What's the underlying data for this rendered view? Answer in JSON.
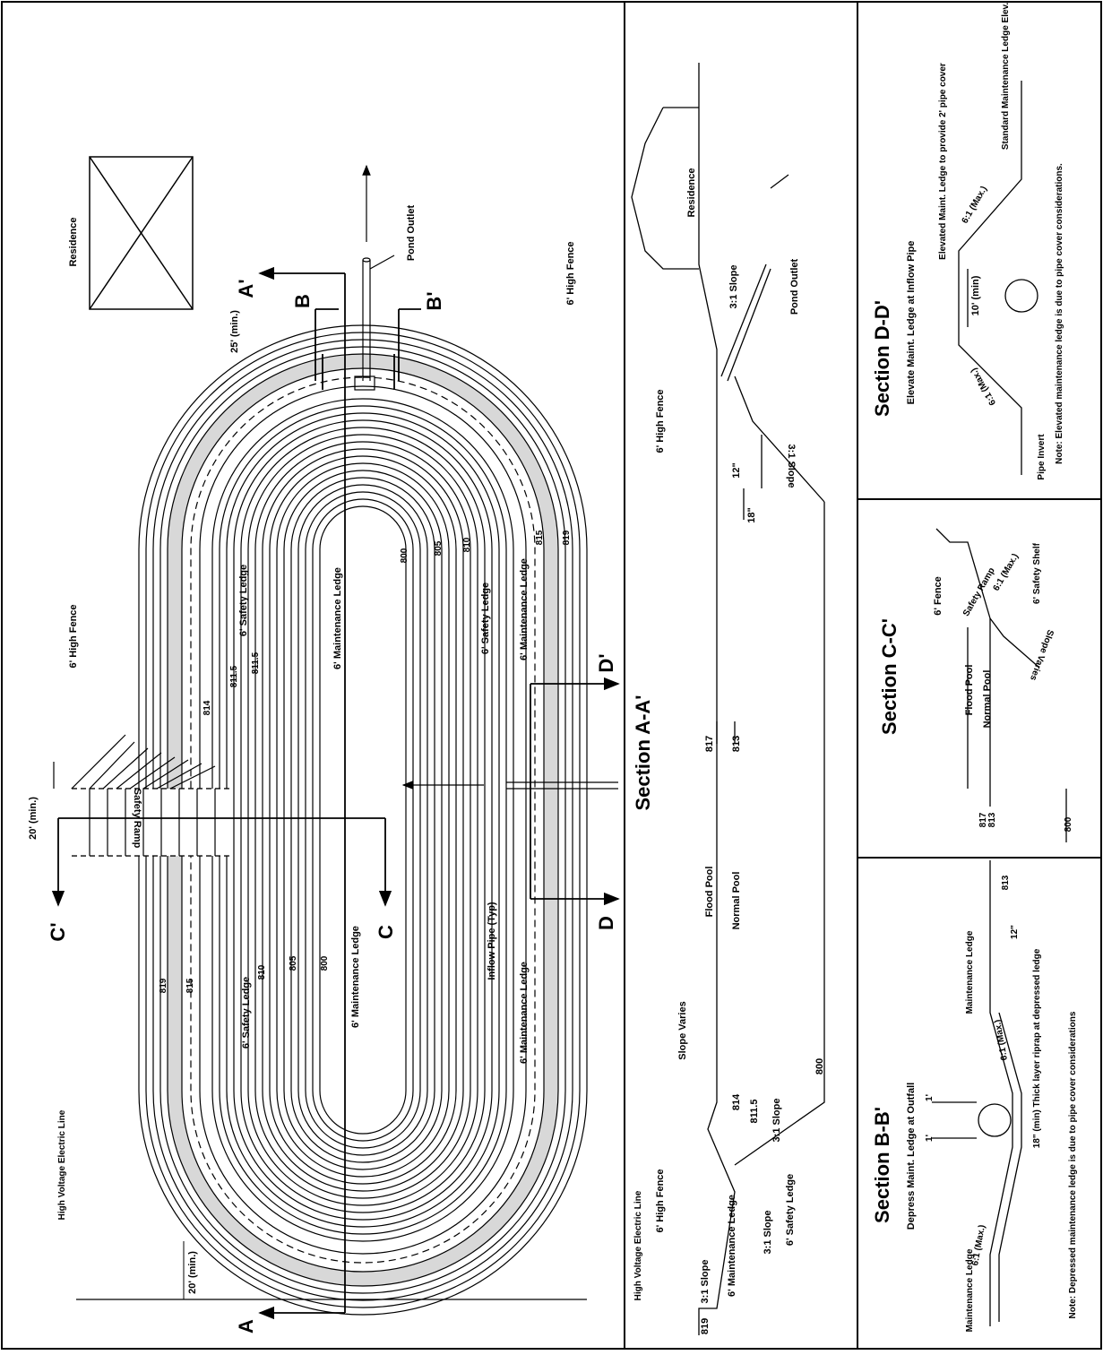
{
  "plan": {
    "residence": "Residence",
    "pond_outlet": "Pond Outlet",
    "fence_top": "6' High Fence",
    "fence_left": "6' High Fence",
    "hv_line": "High Voltage Electric Line",
    "res_setback": "25' (min.)",
    "hv_setback": "20' (min.)",
    "ramp_width": "20' (min.)",
    "safety_ramp": "Safety Ramp",
    "maint_ledge_1": "6' Maintenance Ledge",
    "maint_ledge_2": "6' Maintenance Ledge",
    "maint_ledge_3": "6' Maintenance Ledge",
    "maint_ledge_4": "6' Maintenance Ledge",
    "safety_ledge_1": "6' Safety Ledge",
    "safety_ledge_2": "6' Safety Ledge",
    "safety_ledge_3": "6' Safety Ledge",
    "inflow_pipe": "Inflow Pipe (Typ)",
    "contours_top": [
      "800",
      "805",
      "810",
      "815",
      "819"
    ],
    "contours_bottom": [
      "819",
      "815",
      "810",
      "805",
      "800"
    ],
    "contours_left": [
      "814",
      "811.5",
      "811.5"
    ],
    "cut_A": "A",
    "cut_A2": "A'",
    "cut_B": "B",
    "cut_B2": "B'",
    "cut_C": "C",
    "cut_C2": "C'",
    "cut_D": "D",
    "cut_D2": "D'"
  },
  "section_aa": {
    "title": "Section A-A'",
    "residence": "Residence",
    "fence_top": "6' High Fence",
    "slope_top": "3:1 Slope",
    "pond_outlet": "Pond Outlet",
    "slope_right": "3:1 Slope",
    "dim_12": "12\"",
    "dim_18": "18\"",
    "flood_pool": "Flood Pool",
    "normal_pool": "Normal Pool",
    "elev_817": "817",
    "elev_813": "813",
    "slope_varies": "Slope Varies",
    "elev_814": "814",
    "elev_8115": "811.5",
    "slope_bottom": "3:1 Slope",
    "elev_800": "800",
    "hv_line": "High Voltage Electric Line",
    "fence_bottom": "6' High Fence",
    "slope_3_1": "3:1 Slope",
    "maint_ledge": "6' Maintenance Ledge",
    "slope_3_1b": "3:1 Slope",
    "safety_ledge": "6' Safety Ledge",
    "elev_819": "819"
  },
  "section_dd": {
    "title": "Section D-D'",
    "subtitle": "Elevate Maint. Ledge at Inflow Pipe",
    "elev_ledge": "Elevated Maint. Ledge to provide 2' pipe cover",
    "std_ledge": "Standard Maintenance Ledge Elev.",
    "slope1": "6:1 (Max.)",
    "slope2": "6:1 (Max.)",
    "width": "10' (min)",
    "pipe_invert": "Pipe Invert",
    "note": "Note: Elevated maintenance ledge is due to pipe cover considerations."
  },
  "section_cc": {
    "title": "Section C-C'",
    "fence": "6' Fence",
    "ramp": "Safety Ramp",
    "ramp_slope": "6:1 (Max.)",
    "shelf": "6' Safety Shelf",
    "flood_pool": "Flood Pool",
    "normal_pool": "Normal Pool",
    "slope": "Slope Varies",
    "elev_817": "817",
    "elev_813": "813",
    "elev_800": "800"
  },
  "section_bb": {
    "title": "Section B-B'",
    "subtitle": "Depress Maint. Ledge at Outfall",
    "maint_ledge_l": "Maintenance Ledge",
    "maint_ledge_r": "Maintenance Ledge",
    "slope1": "6:1 (Max.)",
    "slope2": "6:1 (Max.)",
    "dim_1a": "1'",
    "dim_1b": "1'",
    "dim_12": "12\"",
    "elev_813": "813",
    "riprap": "18\" (min) Thick layer riprap at depressed ledge",
    "note": "Note: Depressed maintenance ledge is due to pipe cover considerations"
  }
}
